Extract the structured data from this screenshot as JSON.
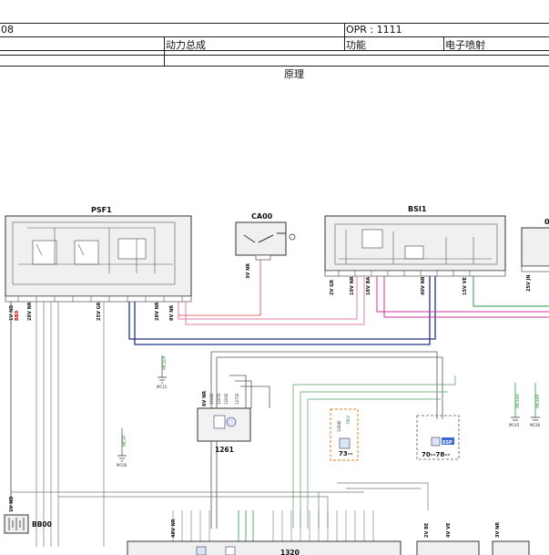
{
  "header": {
    "doc_fragment": "08",
    "opr": "OPR : 1111",
    "group": "动力总成",
    "function_label": "功能",
    "function_value": "电子喷射",
    "section_title": "原理"
  },
  "components": {
    "psf1": {
      "label": "PSF1"
    },
    "ca00": {
      "label": "CA00"
    },
    "bsi1": {
      "label": "BSI1"
    },
    "right_partial": {
      "label": "0"
    },
    "c1261": {
      "label": "1261"
    },
    "c73": {
      "label": "73--"
    },
    "c70_78": {
      "label": "70--78--"
    },
    "bb00": {
      "label": "BB00"
    },
    "c1320": {
      "label": "1320"
    },
    "esp_badge": {
      "label": "ESP"
    }
  },
  "wire_labels": {
    "psf1_1v": "1V ND",
    "psf1_28v": "28V NR",
    "psf1_25v": "25V GR",
    "psf1_28v_b": "28V NR",
    "psf1_8v": "8V NR",
    "ca00_3v": "3V NR",
    "bsi1_2v": "2V GR",
    "bsi1_19v": "19V NR",
    "bsi1_18v": "18V BA",
    "bsi1_40v": "40V NR",
    "bsi1_15v": "15V VE",
    "right_25v": "25V JN",
    "c1261_6v": "6V NR",
    "bb00_1v": "1V ND",
    "c1320_48v": "48V NR",
    "b2v": "2V BE",
    "b4v": "4V VE",
    "b3v": "3V NR"
  },
  "codes": {
    "bb0": "BB0",
    "mc10p": "MC10P",
    "mc15": "MC15",
    "mc1p": "MC1P",
    "mc60": "MC60",
    "mc44a": "MC44A",
    "mc48p": "MC48P",
    "mc45": "MC45",
    "mc46": "MC46",
    "c1266": "1266E",
    "c1267": "1267E",
    "c1260": "1260E",
    "c1271": "1271E",
    "c7803": "7803",
    "c1284": "1284E"
  }
}
